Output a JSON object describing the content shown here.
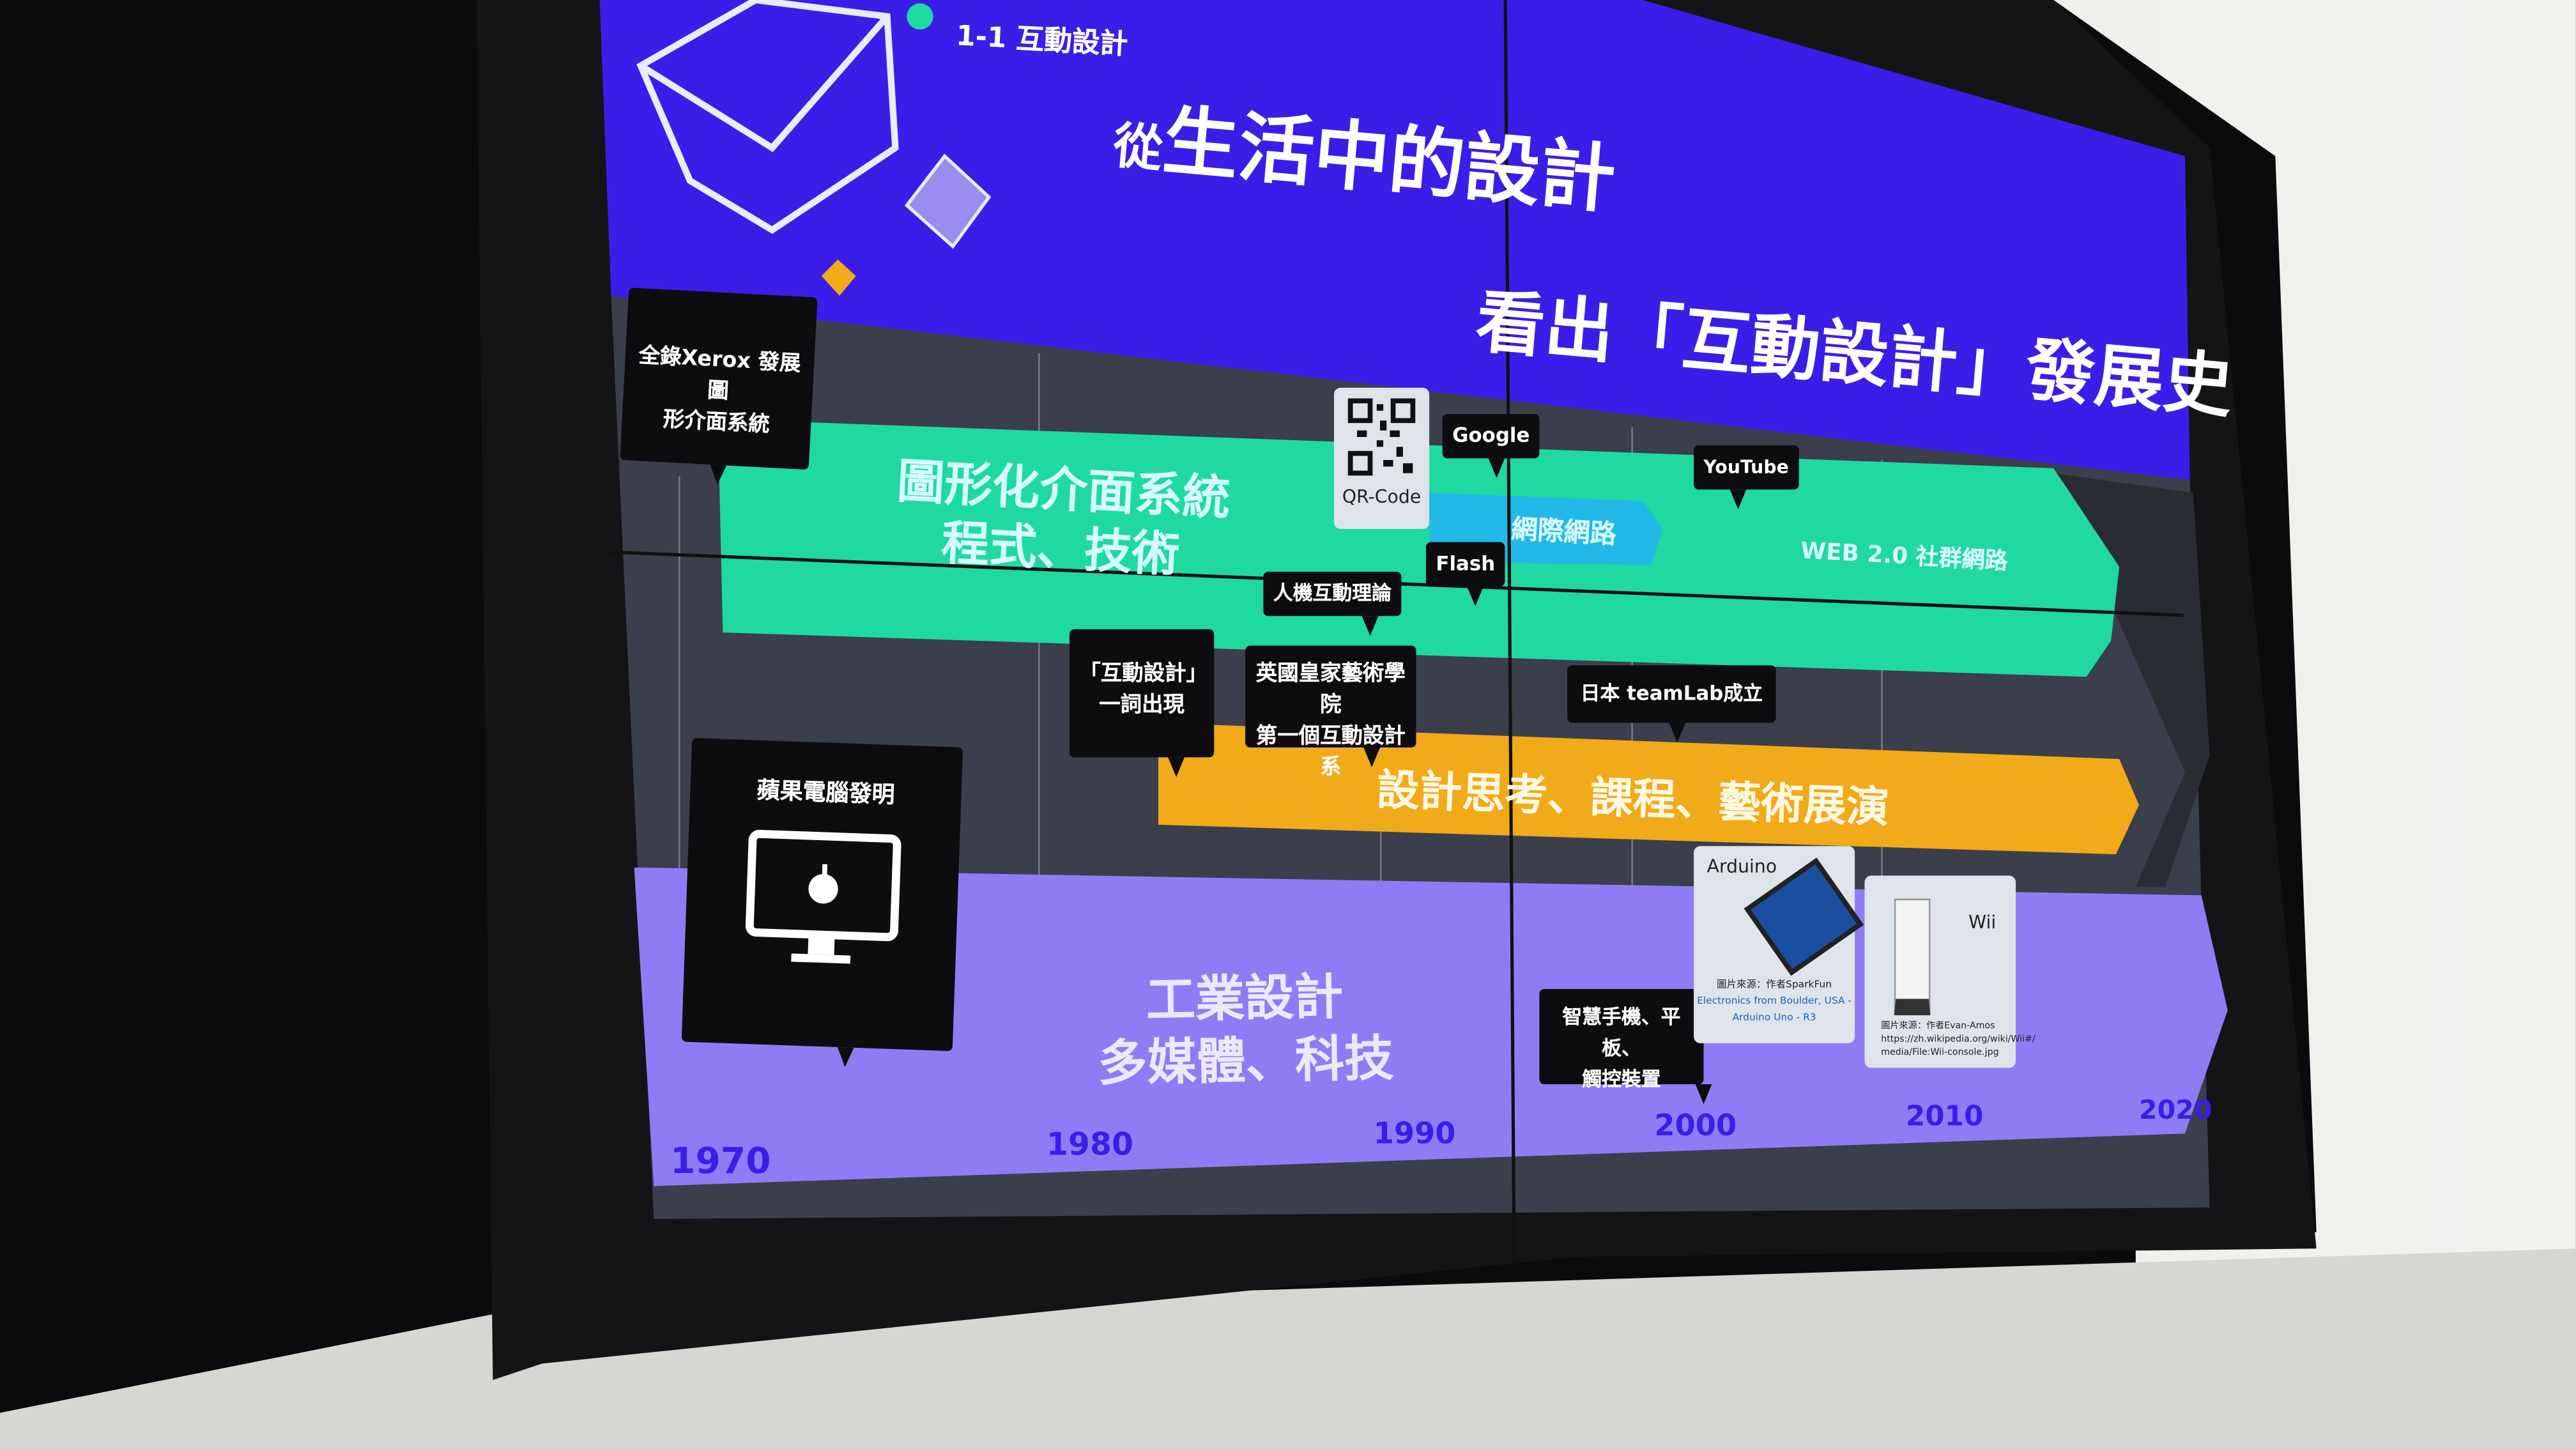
{
  "slide": {
    "section_label": "1-1 互動設計",
    "title_line1_prefix": "從",
    "title_line1": "生活中的設計",
    "title_line2": "看出「互動設計」發展史"
  },
  "bands": {
    "green_line1": "圖形化介面系統",
    "green_line2": "程式、技術",
    "internet": "網際網路",
    "web2": "WEB 2.0 社群網路",
    "orange": "設計思考、課程、藝術展演",
    "purple_line1": "工業設計",
    "purple_line2": "多媒體、科技"
  },
  "callouts": {
    "xerox_line1": "全錄Xerox 發展圖",
    "xerox_line2": "形介面系統",
    "apple": "蘋果電腦發明",
    "qr": "QR-Code",
    "google": "Google",
    "youtube": "YouTube",
    "flash": "Flash",
    "hci": "人機互動理論",
    "term_line1": "「互動設計」",
    "term_line2": "一詞出現",
    "rca_line1": "英國皇家藝術學院",
    "rca_line2": "第一個互動設計系",
    "teamlab": "日本 teamLab成立",
    "smart_line1": "智慧手機、平板、",
    "smart_line2": "觸控裝置"
  },
  "cards": {
    "arduino_title": "Arduino",
    "arduino_credit1": "圖片來源：作者SparkFun",
    "arduino_credit2": "Electronics from Boulder, USA -",
    "arduino_credit3": "Arduino Uno - R3",
    "wii_title": "Wii",
    "wii_credit1": "圖片來源：作者Evan-Amos",
    "wii_credit2": "https://zh.wikipedia.org/wiki/Wii#/",
    "wii_credit3": "media/File:Wii-console.jpg"
  },
  "timeline": {
    "years": [
      "1970",
      "1980",
      "1990",
      "2000",
      "2010",
      "2020"
    ]
  },
  "colors": {
    "header": "#3a1ee8",
    "green": "#1fd9a0",
    "orange": "#f0aa1a",
    "purple": "#8f7cf5",
    "cyan": "#22b8e8"
  }
}
